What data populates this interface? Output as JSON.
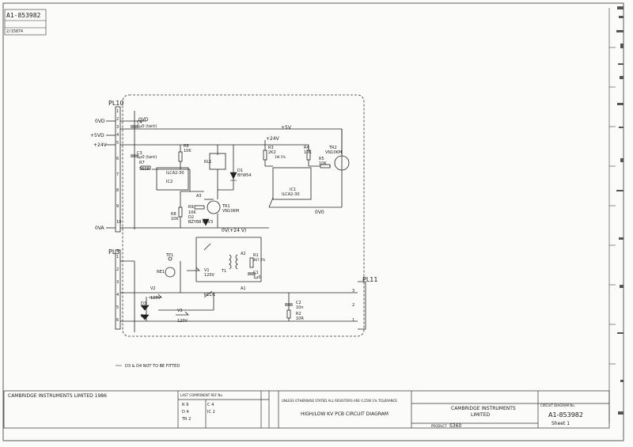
{
  "drawing_number": "A1-853982",
  "drawing_code_small": "2/15874",
  "sheet_label": "Sheet 1",
  "company_name_line1": "CAMBRIDGE INSTRUMENTS",
  "company_name_line2": "LIMITED",
  "copyright": "CAMBRIDGE INSTRUMENTS LIMITED 1986",
  "title": "HIGH/LOW KV PCB CIRCUIT DIAGRAM",
  "product_code": "S360",
  "tolerance_note": "UNLESS OTHERWISE STATED ALL RESISTORS ARE 0.25W   1% TOLERANCE",
  "fit_note": "D3 & D4 NOT TO BE FITTED",
  "circuit_diagram_no_label": "CIRCUIT DIAGRAM No.",
  "last_component_label": "LAST COMPONENT REF No.",
  "product_label": "PRODUCT",
  "last_refs": [
    {
      "ref": "R",
      "val": "9"
    },
    {
      "ref": "C",
      "val": "4"
    },
    {
      "ref": "D",
      "val": "4"
    },
    {
      "ref": "IC",
      "val": "2"
    },
    {
      "ref": "TR",
      "val": "2"
    }
  ],
  "connectors": {
    "pl10": "PL10",
    "pl3": "PL3",
    "pl11": "PL11"
  },
  "rails": {
    "zero_vd": "0VD",
    "zero_vd_left": "0VD",
    "plus5vd": "+5VD",
    "plus5v": "+5V",
    "plus24v": "+24V",
    "plus24v_top": "+24V",
    "zero_va": "0VA",
    "zero_v_right": "0V0",
    "zero_v_24": "0V(+24 V)"
  },
  "components": {
    "c4": "C4",
    "c4_val": "1µ0 (tant)",
    "c3": "C3",
    "c3_val": "1µ0 (tant)",
    "r7": "R7",
    "r7_val": "560R",
    "r6": "R6",
    "r6_val": "10K",
    "ic2": "IC2",
    "ic2_part": "ILCA2-30",
    "r8": "R8",
    "r8_val": "10K",
    "r9": "R9",
    "r9_val": "10K",
    "d2": "D2",
    "d2_part": "BZY88 C3V3",
    "a3": "A3",
    "tr1": "TR1",
    "tr1_part": "VN10KM",
    "rl1": "RL1",
    "d1": "D1",
    "d1_part": "BYW54",
    "r3": "R3",
    "r3_val": "2K2",
    "r3_spec": "1W 5%",
    "r4": "R4",
    "r4_val": "10K",
    "r5": "R5",
    "r5_val": "10K",
    "ic1": "IC1",
    "ic1_part": "ILCA2-30",
    "tr2": "TR2",
    "tr2_part": "VN10KM",
    "tp1": "TP1",
    "ne1": "NE1",
    "v1": "V1",
    "v1_val": "120V",
    "v2": "V2",
    "v2_val": "120V",
    "v3": "V3",
    "v3_val": "120V",
    "t1": "T1",
    "r1": "R1",
    "r1_val": "4K7 2%",
    "c1": "C1",
    "c1_val": "1µ0",
    "a2": "A2",
    "a1": "A1",
    "rl1_1": "RL1/1",
    "d3": "D3",
    "d4": "D4",
    "c2": "C2",
    "c2_val": "10n",
    "r2": "R2",
    "r2_val": "10R"
  },
  "pins_pl10": [
    "1",
    "2",
    "3",
    "4",
    "5",
    "6",
    "7",
    "8",
    "9",
    "10"
  ],
  "pins_pl3": [
    "1",
    "2",
    "3",
    "4",
    "5",
    "6"
  ],
  "pins_pl11": [
    "3",
    "2",
    "1"
  ]
}
